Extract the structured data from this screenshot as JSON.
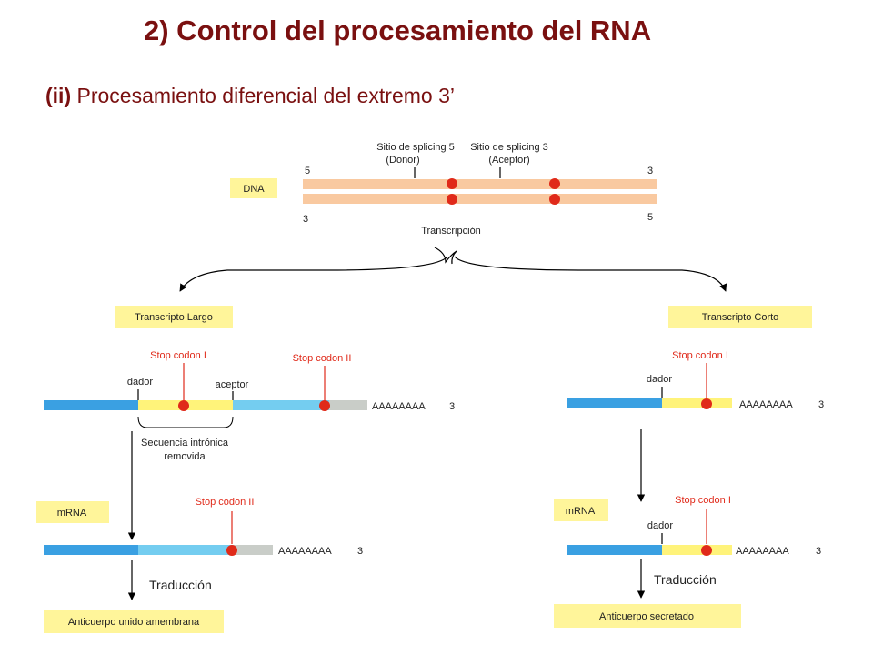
{
  "title": "2) Control del procesamiento del RNA",
  "subtitle": {
    "prefix": "(ii)",
    "text": "Procesamiento diferencial del extremo 3’"
  },
  "dna": {
    "box_label": "DNA",
    "splice5_line1": "Sitio  de splicing 5",
    "splice5_line2": "(Donor)",
    "splice3_line1": "Sitio  de splicing 3",
    "splice3_line2": "(Aceptor)",
    "top_left_end": "5",
    "top_right_end": "3",
    "bottom_left_end": "3",
    "bottom_right_end": "5",
    "transcription": "Transcripción"
  },
  "long": {
    "box_label": "Transcripto Largo",
    "stop1": "Stop codon I",
    "stop2": "Stop codon II",
    "dador": "dador",
    "aceptor": "aceptor",
    "polyA": "AAAAAAAA",
    "end3": "3",
    "intron_line1": "Secuencia intrónica",
    "intron_line2": "removida",
    "mrna_label": "mRNA",
    "mrna_stop": "Stop codon II",
    "mrna_polyA": "AAAAAAAA",
    "mrna_end3": "3",
    "translation": "Traducción",
    "product": "Anticuerpo unido amembrana"
  },
  "short": {
    "box_label": "Transcripto Corto",
    "stop1": "Stop codon I",
    "dador": "dador",
    "polyA": "AAAAAAAA",
    "end3": "3",
    "mrna_label": "mRNA",
    "mrna_stop": "Stop codon I",
    "mrna_dador": "dador",
    "mrna_polyA": "AAAAAAAA",
    "mrna_end3": "3",
    "translation": "Traducción",
    "product": "Anticuerpo secretado"
  },
  "colors": {
    "title": "#7a1010",
    "dna_strand": "#f9c9a0",
    "label_box": "#fff59a",
    "exon_blue": "#3aa0e2",
    "exon_light_blue": "#74cdf0",
    "exon_yellow": "#fff37a",
    "tail_gray": "#c9cdc8",
    "stop_red": "#e02a1a"
  }
}
